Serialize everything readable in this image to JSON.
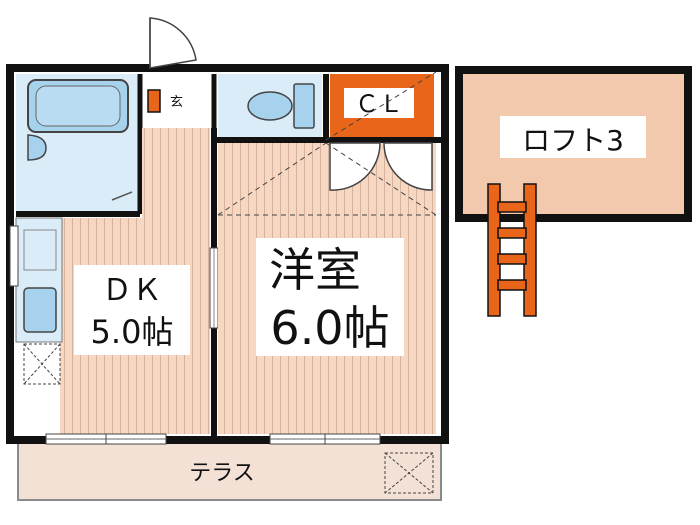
{
  "colors": {
    "wall": "#111111",
    "floor_wood": "#f6d8c2",
    "floor_line": "#c9a48f",
    "wet_area": "#d8ecf8",
    "fixture": "#a9d3ef",
    "closet": "#e8651a",
    "loft": "#f2c8ad",
    "ladder": "#e8651a",
    "terrace": "#f2e0d4"
  },
  "rooms": {
    "dk": {
      "name": "ＤＫ",
      "size": "5.0帖"
    },
    "western": {
      "name": "洋室",
      "size": "6.0帖"
    },
    "closet": {
      "name": "ＣＬ"
    },
    "entrance": {
      "name": "玄"
    },
    "loft": {
      "name": "ロフト3"
    },
    "terrace": {
      "name": "テラス"
    }
  },
  "icons": [
    "door-swing-icon",
    "bathtub-icon",
    "toilet-icon",
    "ladder-icon",
    "window-icon",
    "storage-x-icon"
  ]
}
